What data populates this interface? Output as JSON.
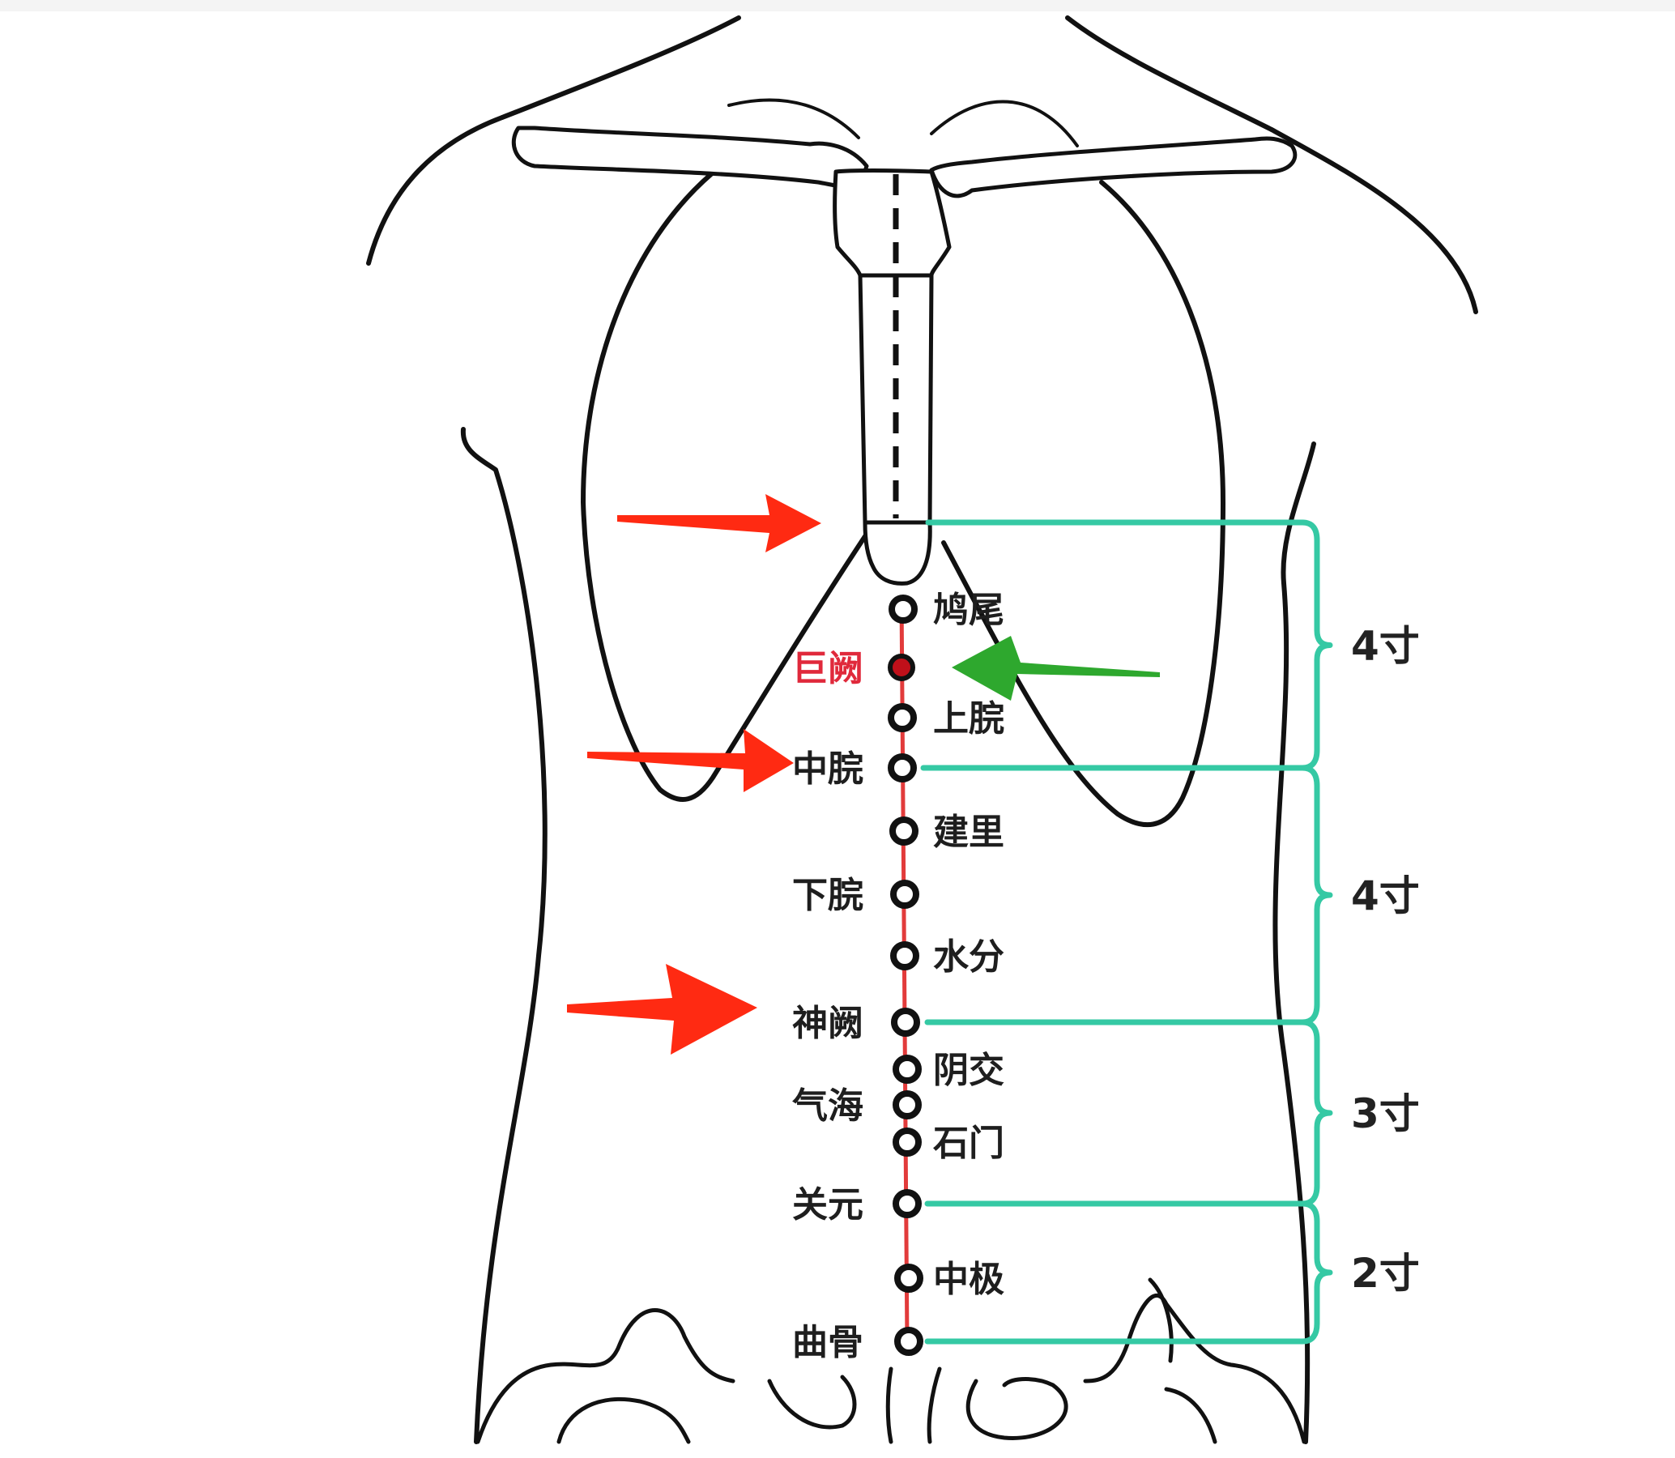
{
  "colors": {
    "outline": "#111111",
    "meridian": "#e23b3b",
    "bracket": "#35c9a4",
    "red_arrow": "#ff2a12",
    "green_arrow": "#2ea82e",
    "point": "#111111",
    "highlight_point": "#c0101a",
    "highlight_label": "#e0293b"
  },
  "points": [
    {
      "label": "鸠尾",
      "side": "right",
      "highlight": false
    },
    {
      "label": "巨阙",
      "side": "left",
      "highlight": true
    },
    {
      "label": "上脘",
      "side": "right",
      "highlight": false
    },
    {
      "label": "中脘",
      "side": "left",
      "highlight": false
    },
    {
      "label": "建里",
      "side": "right",
      "highlight": false
    },
    {
      "label": "下脘",
      "side": "left",
      "highlight": false
    },
    {
      "label": "水分",
      "side": "right",
      "highlight": false
    },
    {
      "label": "神阙",
      "side": "left",
      "highlight": false
    },
    {
      "label": "阴交",
      "side": "right",
      "highlight": false
    },
    {
      "label": "气海",
      "side": "left",
      "highlight": false
    },
    {
      "label": "石门",
      "side": "right",
      "highlight": false
    },
    {
      "label": "关元",
      "side": "left",
      "highlight": false
    },
    {
      "label": "中极",
      "side": "right",
      "highlight": false
    },
    {
      "label": "曲骨",
      "side": "left",
      "highlight": false
    }
  ],
  "measurements": [
    {
      "label": "4寸"
    },
    {
      "label": "4寸"
    },
    {
      "label": "3寸"
    },
    {
      "label": "2寸"
    }
  ],
  "arrows": [
    {
      "color": "red",
      "points_to": "xiphoid"
    },
    {
      "color": "green",
      "points_to": "巨阙"
    },
    {
      "color": "red",
      "points_to": "中脘"
    },
    {
      "color": "red",
      "points_to": "神阙"
    }
  ]
}
